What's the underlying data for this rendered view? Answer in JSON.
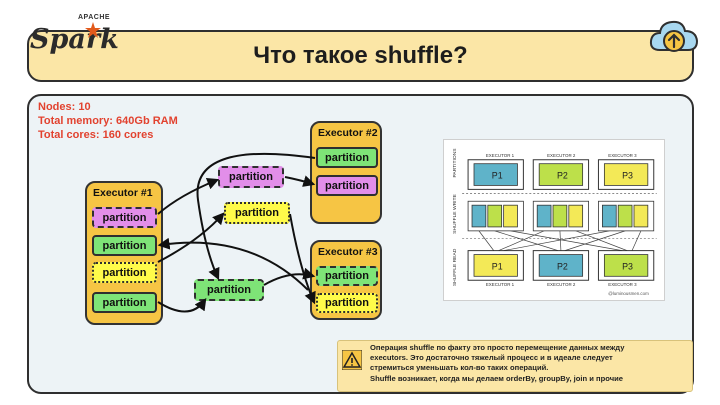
{
  "header": {
    "title": "Что такое shuffle?",
    "logo_small": "APACHE",
    "logo_word": "Spark",
    "cloud_icon": "cloud-upload-icon"
  },
  "stats": {
    "nodes": "Nodes: 10",
    "memory": "Total memory: 640Gb RAM",
    "cores": "Total cores: 160 cores"
  },
  "executors": {
    "e1": {
      "label": "Executor #1"
    },
    "e2": {
      "label": "Executor #2"
    },
    "e3": {
      "label": "Executor #3"
    }
  },
  "partitions": {
    "label": "partition"
  },
  "note": {
    "line1": "Операция shuffle по факту это просто перемещение данных между",
    "line2": "executors. Это достаточно тяжелый процесс и в идеале следует",
    "line3": "стремиться уменьшать кол-во таких операций.",
    "line4": "Shuffle возникает, когда мы делаем orderBy, groupBy, join и прочие"
  },
  "sketch": {
    "row_labels": [
      "PARTITIONS",
      "SHUFFLE WRITE",
      "SHUFFLE READ"
    ],
    "executor_labels": [
      "EXECUTOR 1",
      "EXECUTOR 2",
      "EXECUTOR 3"
    ],
    "partition_labels": [
      "P1",
      "P2",
      "P3"
    ],
    "credit": "@luminousmen.com"
  },
  "colors": {
    "header_bg": "#fbe6a6",
    "panel_bg": "#edf3f6",
    "executor": "#f6c544",
    "green": "#7ee477",
    "pink": "#e28ee9",
    "yellow": "#fffb4a",
    "stats_text": "#e2422f"
  }
}
